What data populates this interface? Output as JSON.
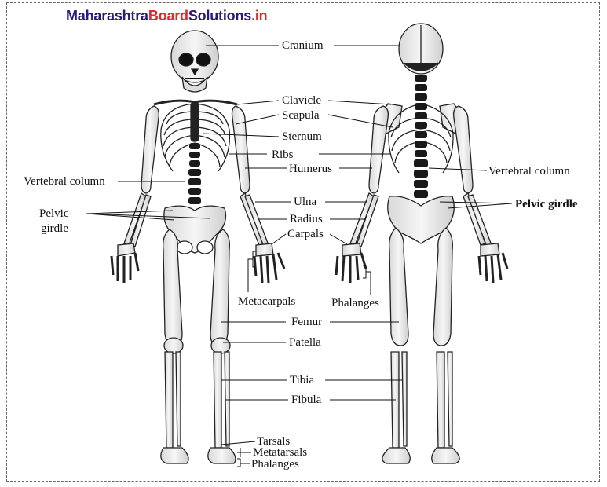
{
  "watermark": {
    "part1": "Maharashtra",
    "part2": "Board",
    "part3": "Solutions",
    "part4": ".in"
  },
  "labels": {
    "cranium": "Cranium",
    "clavicle": "Clavicle",
    "scapula": "Scapula",
    "sternum": "Sternum",
    "ribs": "Ribs",
    "humerus": "Humerus",
    "vertebral_column_left": "Vertebral column",
    "vertebral_column_right": "Vertebral column",
    "ulna": "Ulna",
    "radius": "Radius",
    "pelvic_left_1": "Pelvic",
    "pelvic_left_2": "girdle",
    "pelvic_girdle_right": "Pelvic girdle",
    "carpals": "Carpals",
    "metacarpals": "Metacarpals",
    "phalanges_hand": "Phalanges",
    "femur": "Femur",
    "patella": "Patella",
    "tibia": "Tibia",
    "fibula": "Fibula",
    "tarsals": "Tarsals",
    "metatarsals": "Metatarsals",
    "phalanges_foot": "Phalanges"
  },
  "colors": {
    "bone_fill": "#e9e9e9",
    "bone_stroke": "#222222",
    "spine": "#1a1a1a",
    "brand_purple": "#2c1a7a",
    "brand_red": "#e3262b"
  }
}
